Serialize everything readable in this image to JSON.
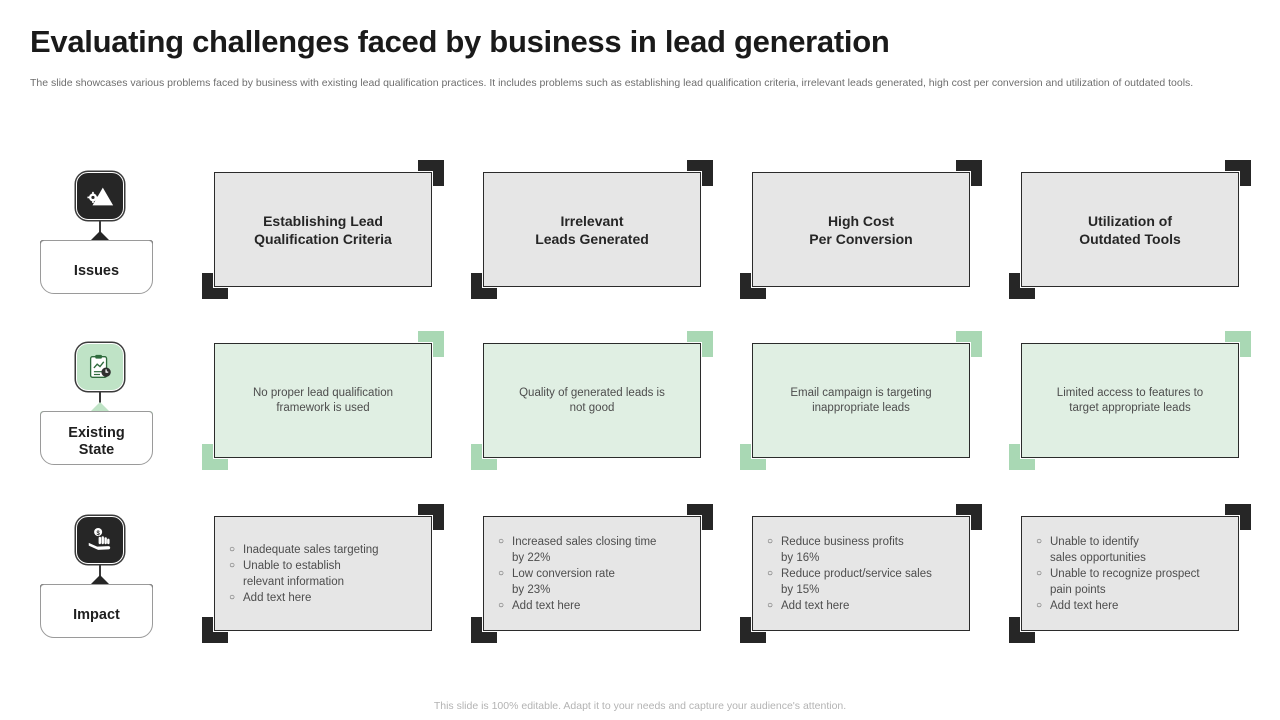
{
  "header": {
    "title": "Evaluating challenges faced by business in lead generation",
    "subtitle": "The slide showcases various problems faced by business with existing lead qualification practices. It includes problems such as establishing lead qualification criteria, irrelevant leads generated, high cost per conversion and utilization of outdated tools."
  },
  "colors": {
    "dark": "#262626",
    "green_fill": "#e0efe3",
    "green_accent": "#a9d8b4",
    "green_icon": "#bfe3c6",
    "grey_fill": "#e6e6e6"
  },
  "rows": [
    {
      "key": "issues",
      "label": "Issues",
      "icon": "warning-gear-icon",
      "theme": "dark",
      "cards": [
        {
          "type": "title",
          "text": "Establishing Lead\nQualification Criteria"
        },
        {
          "type": "title",
          "text": "Irrelevant\nLeads Generated"
        },
        {
          "type": "title",
          "text": "High Cost\nPer Conversion"
        },
        {
          "type": "title",
          "text": "Utilization of\nOutdated Tools"
        }
      ]
    },
    {
      "key": "existing-state",
      "label": "Existing\nState",
      "icon": "clipboard-chart-clock-icon",
      "theme": "green",
      "cards": [
        {
          "type": "body",
          "text": "No proper lead qualification\nframework  is used"
        },
        {
          "type": "body",
          "text": "Quality of generated  leads is\nnot good"
        },
        {
          "type": "body",
          "text": "Email campaign is targeting\ninappropriate  leads"
        },
        {
          "type": "body",
          "text": "Limited access to features  to\ntarget appropriate  leads"
        }
      ]
    },
    {
      "key": "impact",
      "label": "Impact",
      "icon": "hand-coin-icon",
      "theme": "dark",
      "cards": [
        {
          "type": "list",
          "items": [
            "Inadequate  sales targeting",
            "Unable  to establish\nrelevant  information",
            "Add text here"
          ]
        },
        {
          "type": "list",
          "items": [
            "Increased  sales closing time\nby 22%",
            "Low  conversion  rate\nby 23%",
            "Add text here"
          ]
        },
        {
          "type": "list",
          "items": [
            "Reduce  business profits\nby 16%",
            "Reduce product/service  sales\nby 15%",
            "Add text here"
          ]
        },
        {
          "type": "list",
          "items": [
            "Unable  to identify\nsales opportunities",
            "Unable  to recognize  prospect\npain  points",
            "Add text here"
          ]
        }
      ]
    }
  ],
  "bullet_mark": "○",
  "footer": {
    "note": "This slide is 100% editable. Adapt it to your needs and capture your audience's attention."
  }
}
